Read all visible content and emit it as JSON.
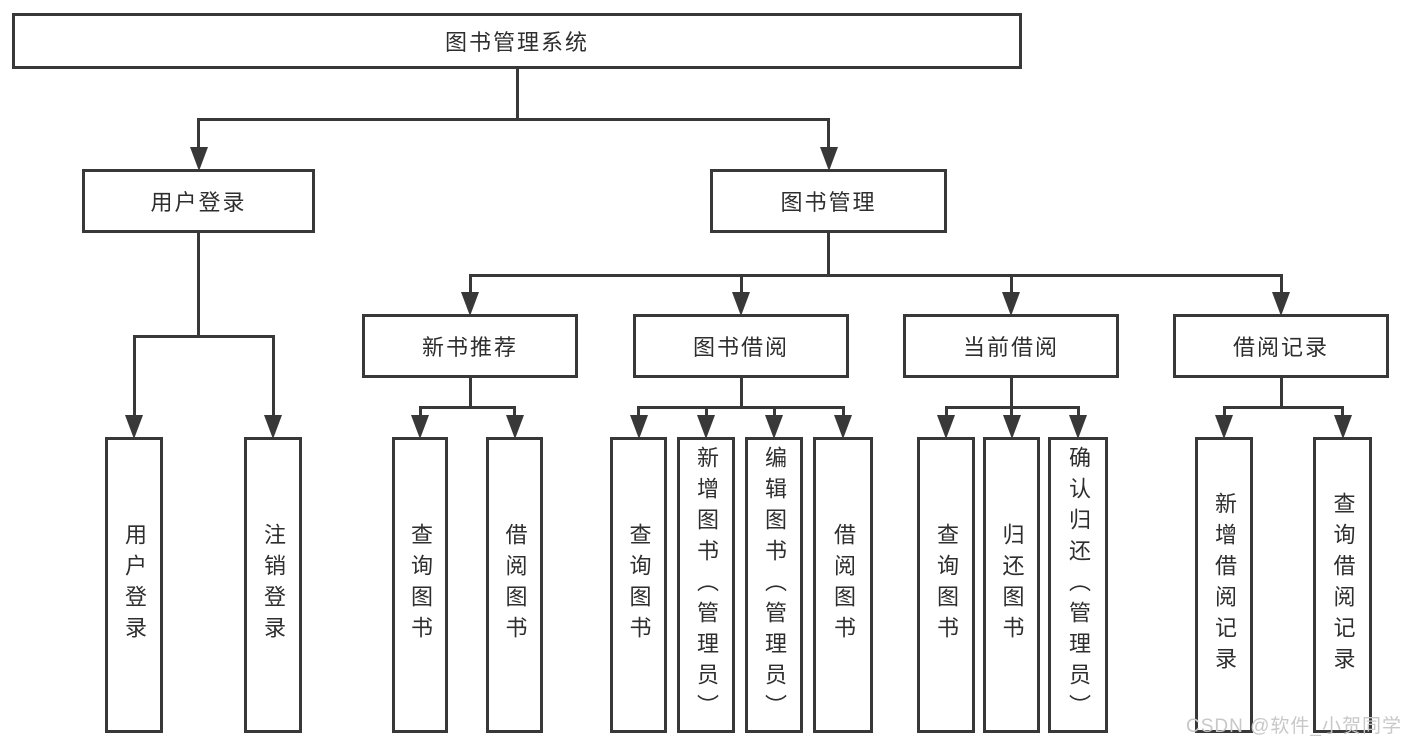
{
  "diagram": {
    "title": "图书管理系统",
    "watermark": "CSDN @软件_小贺同学",
    "colors": {
      "line": "#383838",
      "text": "#2e2e2e",
      "watermark": "#c8c8c8",
      "background": "#ffffff"
    },
    "nodes": [
      {
        "id": "root",
        "label": "图书管理系统",
        "parent": null
      },
      {
        "id": "user-login",
        "label": "用户登录",
        "parent": "root"
      },
      {
        "id": "book-mgmt",
        "label": "图书管理",
        "parent": "root"
      },
      {
        "id": "login-op",
        "label": "用户登录",
        "parent": "user-login"
      },
      {
        "id": "logout-op",
        "label": "注销登录",
        "parent": "user-login"
      },
      {
        "id": "new-book-rec",
        "label": "新书推荐",
        "parent": "book-mgmt"
      },
      {
        "id": "book-borrow",
        "label": "图书借阅",
        "parent": "book-mgmt"
      },
      {
        "id": "current-borrow",
        "label": "当前借阅",
        "parent": "book-mgmt"
      },
      {
        "id": "borrow-records",
        "label": "借阅记录",
        "parent": "book-mgmt"
      },
      {
        "id": "nbr-query",
        "label": "查询图书",
        "parent": "new-book-rec"
      },
      {
        "id": "nbr-borrow",
        "label": "借阅图书",
        "parent": "new-book-rec"
      },
      {
        "id": "bb-query",
        "label": "查询图书",
        "parent": "book-borrow"
      },
      {
        "id": "bb-add",
        "label": "新增图书（管理员）",
        "parent": "book-borrow"
      },
      {
        "id": "bb-edit",
        "label": "编辑图书（管理员）",
        "parent": "book-borrow"
      },
      {
        "id": "bb-borrow",
        "label": "借阅图书",
        "parent": "book-borrow"
      },
      {
        "id": "cb-query",
        "label": "查询图书",
        "parent": "current-borrow"
      },
      {
        "id": "cb-return",
        "label": "归还图书",
        "parent": "current-borrow"
      },
      {
        "id": "cb-confirm",
        "label": "确认归还（管理员）",
        "parent": "current-borrow"
      },
      {
        "id": "br-add",
        "label": "新增借阅记录",
        "parent": "borrow-records"
      },
      {
        "id": "br-query",
        "label": "查询借阅记录",
        "parent": "borrow-records"
      }
    ]
  }
}
